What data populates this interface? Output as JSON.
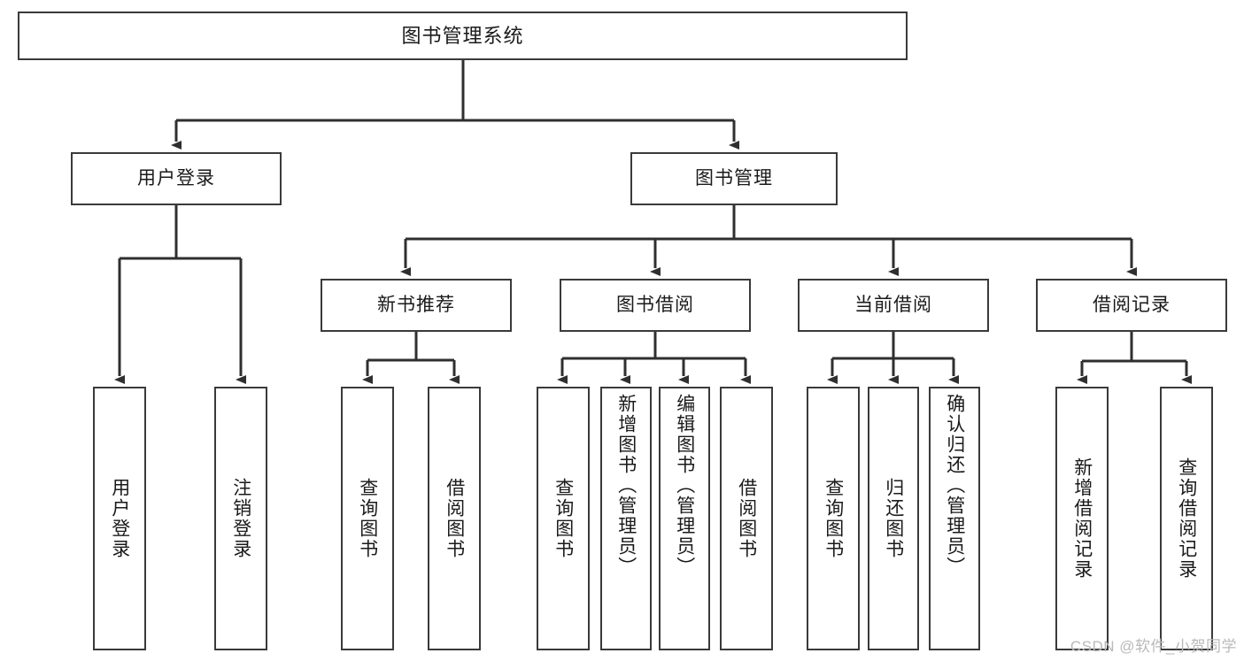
{
  "diagram": {
    "type": "tree",
    "title": "图书管理系统",
    "orientation": "top-down",
    "colors": {
      "box_border": "#3a3a3a",
      "box_fill": "#ffffff",
      "connector": "#2f2f2f",
      "text": "#1a1a1a",
      "watermark": "#b9b9b9",
      "background": "#ffffff"
    }
  },
  "root": {
    "label": "图书管理系统"
  },
  "level2": [
    {
      "label": "用户登录"
    },
    {
      "label": "图书管理"
    }
  ],
  "level3": [
    {
      "label": "新书推荐"
    },
    {
      "label": "图书借阅"
    },
    {
      "label": "当前借阅"
    },
    {
      "label": "借阅记录"
    }
  ],
  "leaves": {
    "user_login": [
      {
        "label": "用户登录"
      },
      {
        "label": "注销登录"
      }
    ],
    "new_book_recommend": [
      {
        "label": "查询图书"
      },
      {
        "label": "借阅图书"
      }
    ],
    "book_borrow": [
      {
        "label": "查询图书"
      },
      {
        "label": "新增图书（管理员）"
      },
      {
        "label": "编辑图书（管理员）"
      },
      {
        "label": "借阅图书"
      }
    ],
    "current_borrow": [
      {
        "label": "查询图书"
      },
      {
        "label": "归还图书"
      },
      {
        "label": "确认归还（管理员）"
      }
    ],
    "borrow_record": [
      {
        "label": "新增借阅记录"
      },
      {
        "label": "查询借阅记录"
      }
    ]
  },
  "watermark": {
    "text": "CSDN @软件_小贺同学"
  }
}
